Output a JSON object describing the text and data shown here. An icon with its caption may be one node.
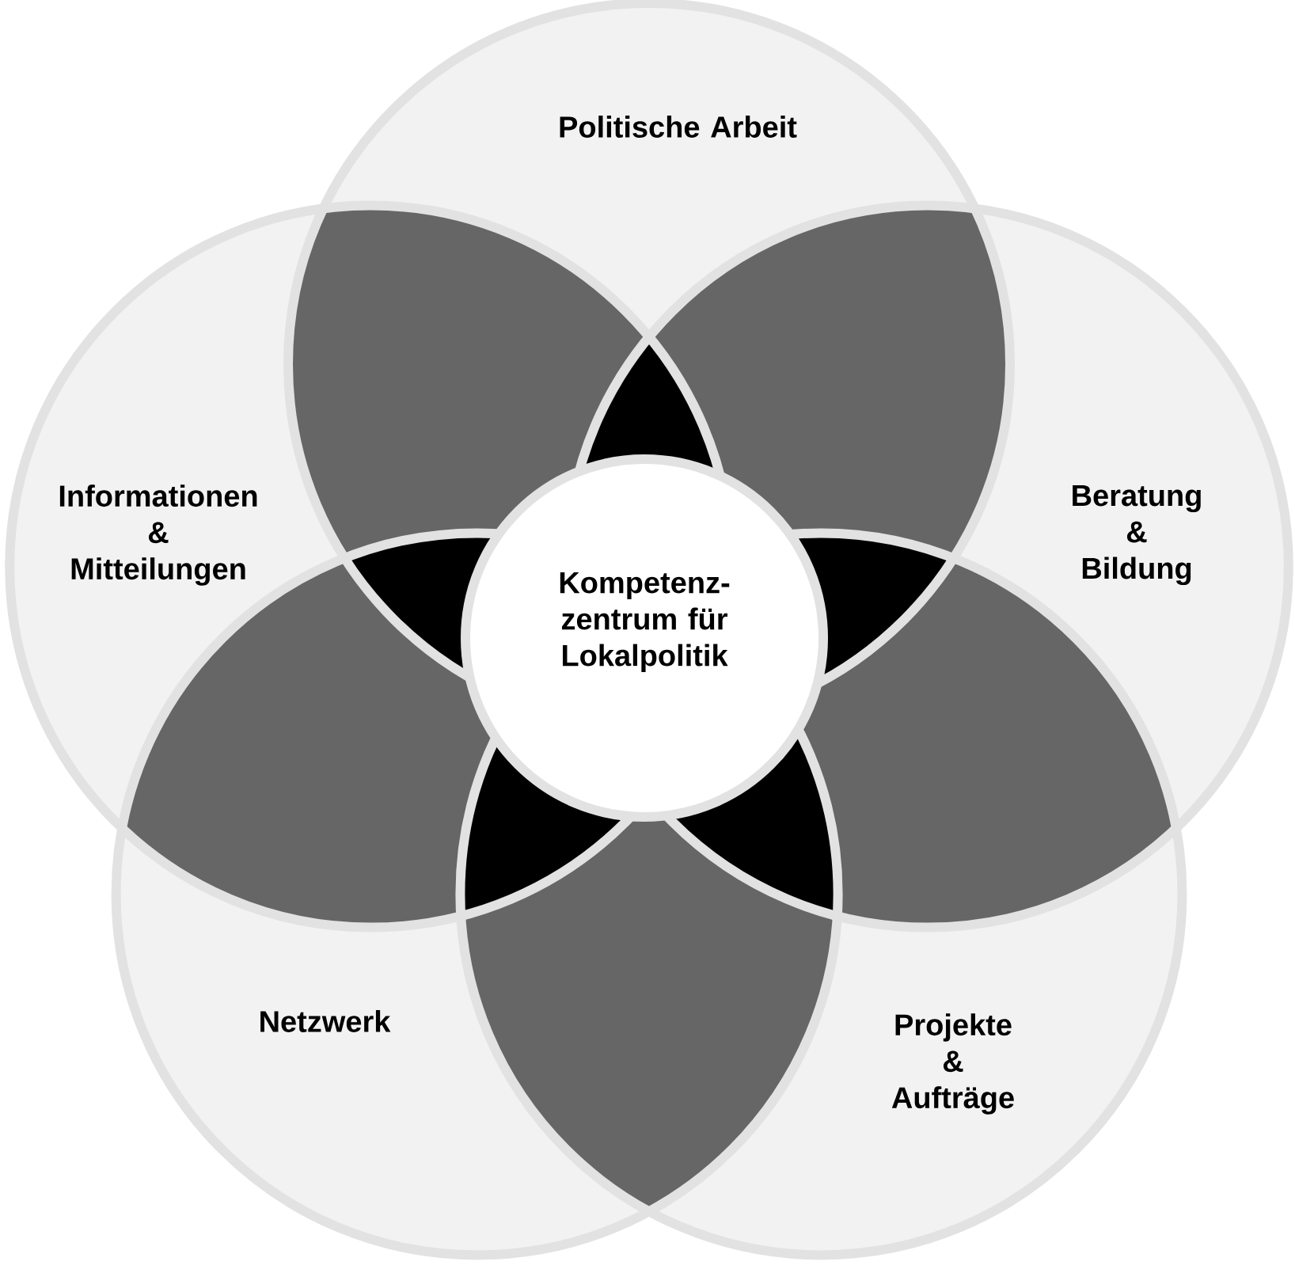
{
  "diagram": {
    "nodes": [
      {
        "text": [
          "Politische Arbeit"
        ]
      },
      {
        "text": [
          "Informationen & Mitteilungen"
        ]
      },
      {
        "text": [
          "Beratung & Bildung"
        ]
      },
      {
        "text": [
          "Kompetenz- zentrum für Lokalpolitik"
        ]
      },
      {
        "text": [
          "Netzwerk"
        ]
      },
      {
        "text": [
          "Projekte & Aufträge"
        ]
      }
    ]
  }
}
